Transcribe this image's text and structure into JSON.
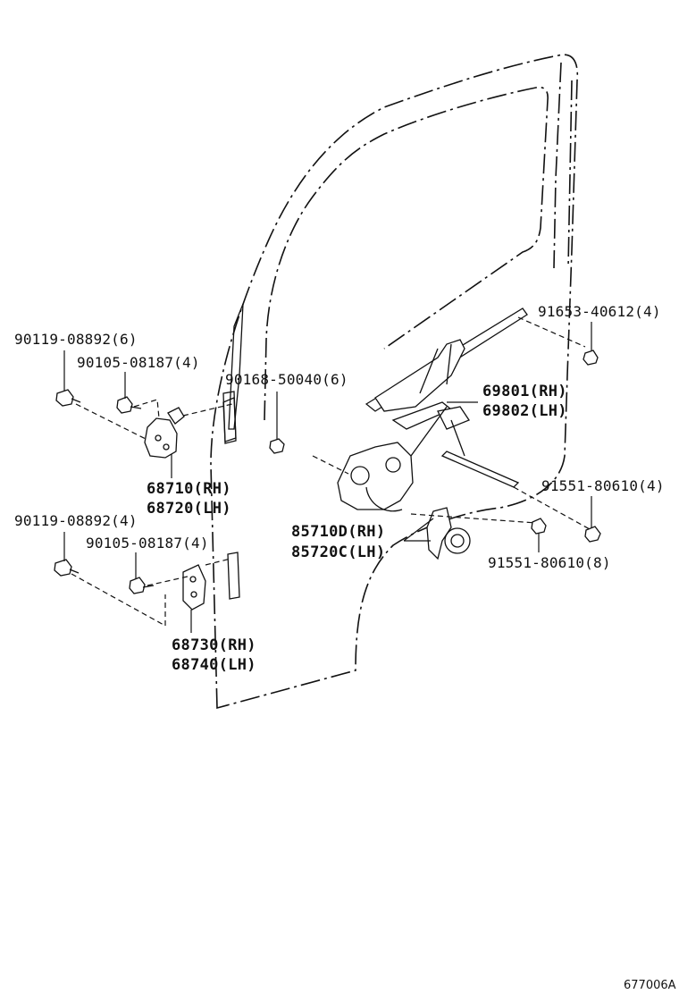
{
  "callouts": [
    {
      "id": "a",
      "text": "90119-08892(6)"
    },
    {
      "id": "b",
      "text": "90105-08187(4)"
    },
    {
      "id": "c",
      "text": "90168-50040(6)"
    },
    {
      "id": "d",
      "text": "91653-40612(4)"
    },
    {
      "id": "e1",
      "text": "69801(RH)"
    },
    {
      "id": "e2",
      "text": "69802(LH)"
    },
    {
      "id": "f1",
      "text": "68710(RH)"
    },
    {
      "id": "f2",
      "text": "68720(LH)"
    },
    {
      "id": "g",
      "text": "90119-08892(4)"
    },
    {
      "id": "h",
      "text": "90105-08187(4)"
    },
    {
      "id": "i",
      "text": "91551-80610(4)"
    },
    {
      "id": "j1",
      "text": "85710D(RH)"
    },
    {
      "id": "j2",
      "text": "85720C(LH)"
    },
    {
      "id": "k",
      "text": "91551-80610(8)"
    },
    {
      "id": "l1",
      "text": "68730(RH)"
    },
    {
      "id": "l2",
      "text": "68740(LH)"
    }
  ],
  "diagram_code": "677006A"
}
